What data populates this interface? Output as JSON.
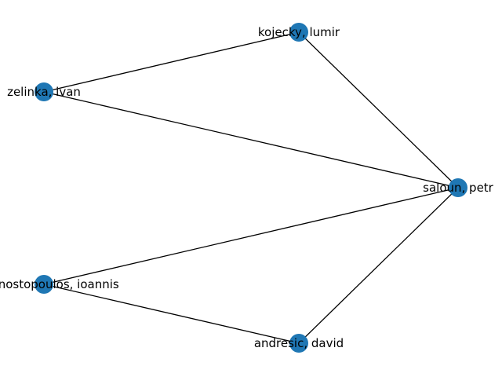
{
  "graph": {
    "node_color": "#1f77b4",
    "edge_color": "#000000",
    "nodes": [
      {
        "id": "kojecky",
        "label": "kojecky, lumir"
      },
      {
        "id": "zelinka",
        "label": "zelinka, ivan"
      },
      {
        "id": "saloun",
        "label": "saloun, petr"
      },
      {
        "id": "anagnostopoulos",
        "label": "anagnostopoulos, ioannis"
      },
      {
        "id": "andresic",
        "label": "andresic, david"
      }
    ],
    "edges": [
      {
        "source": "kojecky",
        "target": "zelinka"
      },
      {
        "source": "kojecky",
        "target": "saloun"
      },
      {
        "source": "zelinka",
        "target": "saloun"
      },
      {
        "source": "saloun",
        "target": "anagnostopoulos"
      },
      {
        "source": "saloun",
        "target": "andresic"
      },
      {
        "source": "anagnostopoulos",
        "target": "andresic"
      }
    ]
  }
}
